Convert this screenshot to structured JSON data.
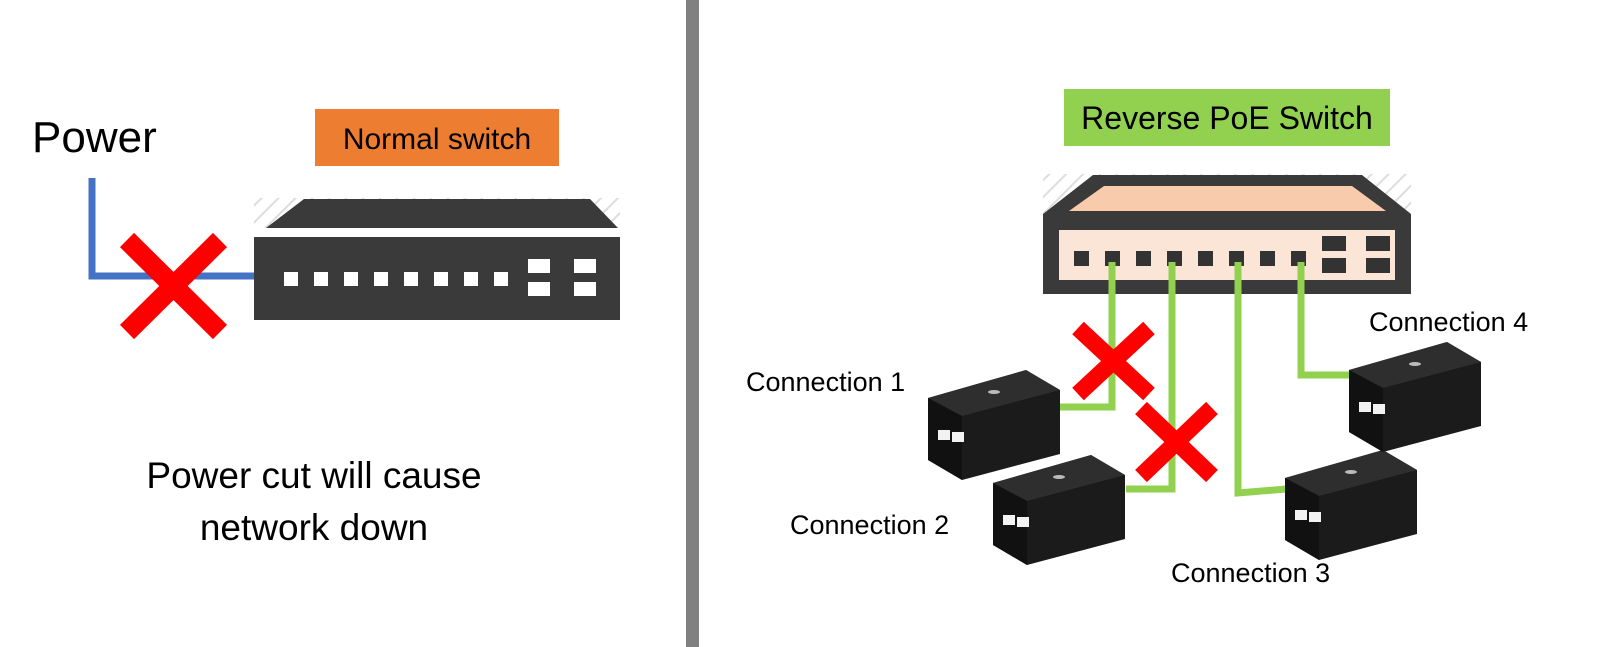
{
  "left_panel": {
    "power_label": "Power",
    "switch_label": "Normal switch",
    "caption_line1": "Power cut will cause",
    "caption_line2": "network down"
  },
  "right_panel": {
    "switch_label": "Reverse PoE Switch",
    "connections": [
      {
        "label": "Connection 1"
      },
      {
        "label": "Connection 2"
      },
      {
        "label": "Connection 3"
      },
      {
        "label": "Connection 4"
      }
    ]
  },
  "colors": {
    "normal_switch_label_bg": "#ED7D31",
    "reverse_poe_label_bg": "#92D050",
    "power_line": "#4472C4",
    "poe_line": "#92D050",
    "cross": "#FF0000",
    "switch_body": "#3A3A3A",
    "poe_switch_top": "#F8CBAD",
    "poe_switch_front": "#FBE5D6",
    "divider": "#808080"
  },
  "icons": [
    "cross-icon",
    "network-switch-icon",
    "poe-injector-icon"
  ]
}
